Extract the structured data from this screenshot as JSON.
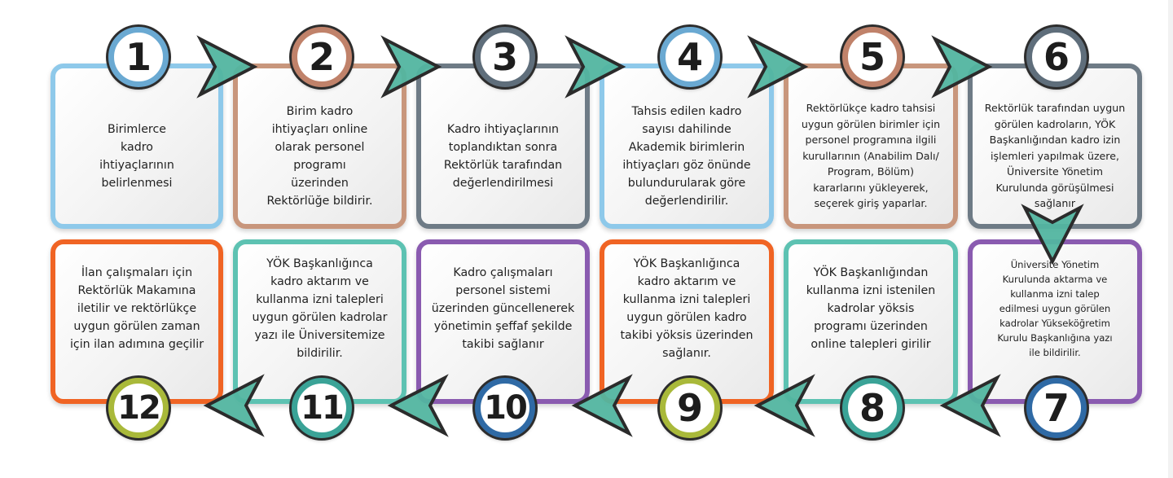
{
  "steps": [
    {
      "n": "1",
      "text": [
        "Birimlerce",
        "kadro",
        "ihtiyaçlarının",
        "belirlenmesi"
      ],
      "color": "#8ec9ea",
      "number_color": "#6aa9d2"
    },
    {
      "n": "2",
      "text": [
        "Birim kadro",
        "ihtiyaçları online",
        "olarak personel",
        "programı",
        "üzerinden",
        "Rektörlüğe bildirir."
      ],
      "color": "#c8967c",
      "number_color": "#c0826a"
    },
    {
      "n": "3",
      "text": [
        "Kadro ihtiyaçlarının",
        "toplandıktan sonra",
        "Rektörlük tarafından",
        "değerlendirilmesi"
      ],
      "color": "#6e7b86",
      "number_color": "#5f6e7b"
    },
    {
      "n": "4",
      "text": [
        "Tahsis edilen kadro",
        "sayısı dahilinde",
        "Akademik birimlerin",
        "ihtiyaçları göz önünde",
        "bulundurularak göre",
        "değerlendirilir."
      ],
      "color": "#8ec9ea",
      "number_color": "#6aa9d2"
    },
    {
      "n": "5",
      "text": [
        "Rektörlükçe kadro tahsisi",
        "uygun görülen birimler için",
        "personel programına ilgili",
        "kurullarının (Anabilim Dalı/",
        "Program, Bölüm)",
        "kararlarını yükleyerek,",
        "seçerek giriş yaparlar."
      ],
      "color": "#c8967c",
      "number_color": "#c0826a"
    },
    {
      "n": "6",
      "text": [
        "Rektörlük tarafından uygun",
        "görülen kadroların, YÖK",
        "Başkanlığından kadro izin",
        "işlemleri yapılmak üzere,",
        "Üniversite Yönetim",
        "Kurulunda görüşülmesi",
        "sağlanır"
      ],
      "color": "#6e7b86",
      "number_color": "#5f6e7b"
    },
    {
      "n": "7",
      "text": [
        "Üniversite Yönetim",
        "Kurulunda aktarma ve",
        "kullanma izni talep",
        "edilmesi uygun görülen",
        "kadrolar Yükseköğretim",
        "Kurulu Başkanlığına yazı",
        "ile bildirilir."
      ],
      "color": "#8a5bb0",
      "number_color": "#2f6aa5"
    },
    {
      "n": "8",
      "text": [
        "YÖK Başkanlığından",
        "kullanma izni istenilen",
        "kadrolar yöksis",
        "programı üzerinden",
        "online talepleri girilir"
      ],
      "color": "#5dc2b2",
      "number_color": "#3aa397"
    },
    {
      "n": "9",
      "text": [
        "YÖK Başkanlığınca",
        "kadro aktarım ve",
        "kullanma izni talepleri",
        "uygun görülen kadro",
        "takibi yöksis üzerinden",
        "sağlanır."
      ],
      "color": "#f06424",
      "number_color": "#a9b93a"
    },
    {
      "n": "10",
      "text": [
        "Kadro çalışmaları",
        "personel sistemi",
        "üzerinden güncellenerek",
        "yönetimin şeffaf şekilde",
        "takibi sağlanır"
      ],
      "color": "#8a5bb0",
      "number_color": "#2f6aa5"
    },
    {
      "n": "11",
      "text": [
        "YÖK Başkanlığınca",
        "kadro aktarım ve",
        "kullanma izni talepleri",
        "uygun görülen kadrolar",
        "yazı ile Üniversitemize",
        "bildirilir."
      ],
      "color": "#5dc2b2",
      "number_color": "#3aa397"
    },
    {
      "n": "12",
      "text": [
        "İlan çalışmaları için",
        "Rektörlük Makamına",
        "iletilir ve rektörlükçe",
        "uygun görülen zaman",
        "için ilan adımına geçilir"
      ],
      "color": "#f06424",
      "number_color": "#a9b93a"
    }
  ],
  "arrow_color": "#52b5a0",
  "arrow_outline": "#2b2b2b"
}
